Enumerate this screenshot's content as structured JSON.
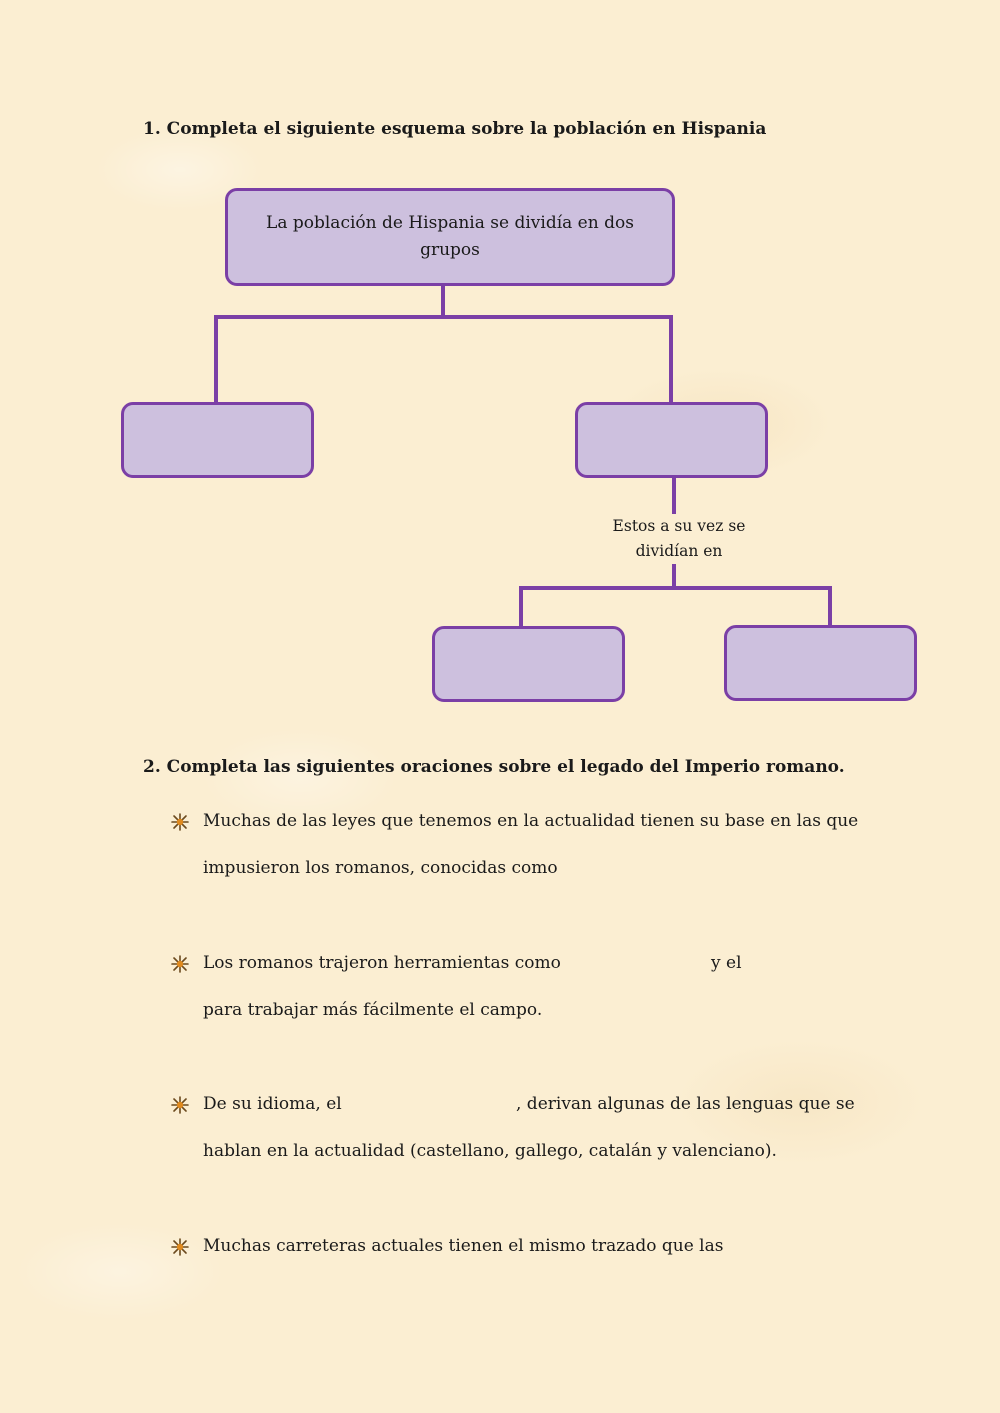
{
  "q1": {
    "heading": "1. Completa el siguiente esquema sobre la población en Hispania",
    "root_box": "La población de Hispania se dividía en dos grupos",
    "sub_label": "Estos a su vez se dividían en"
  },
  "q2": {
    "heading": "2. Completa las siguientes oraciones sobre el legado del Imperio romano.",
    "items": [
      {
        "line1": "Muchas de las leyes que tenemos en la actualidad tienen su base en las que",
        "line2": "impusieron los romanos, conocidas como"
      },
      {
        "line1_a": "Los romanos trajeron herramientas como",
        "line1_b": "y el",
        "line2": "para trabajar más fácilmente el campo."
      },
      {
        "line1_a": "De su idioma, el",
        "line1_b": ", derivan algunas de las lenguas que se",
        "line2": "hablan en la actualidad (castellano, gallego, catalán y valenciano)."
      },
      {
        "line1": "Muchas carreteras actuales tienen el mismo trazado que las"
      }
    ]
  },
  "colors": {
    "box_fill": "#cdc0de",
    "box_border": "#7b3fa6",
    "background": "#fbeed2"
  },
  "icons": {
    "bullet": "starburst-bullet-icon"
  }
}
